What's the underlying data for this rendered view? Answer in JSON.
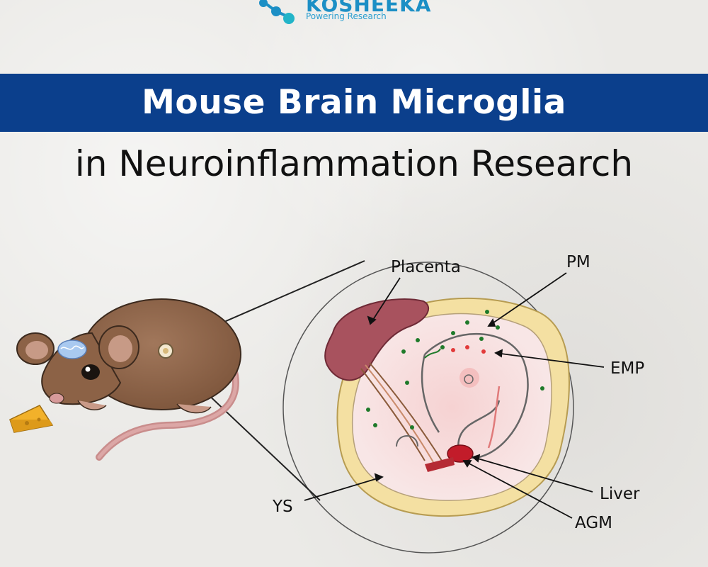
{
  "brand": {
    "name": "KOSHEEKA",
    "tagline": "Powering Research",
    "color": "#1c8fc5"
  },
  "header": {
    "title": "Mouse Brain Microglia",
    "subtitle": "in Neuroinflammation Research",
    "banner_color": "#0b3f8c"
  },
  "diagram": {
    "labels": {
      "placenta": "Placenta",
      "pm": "PM",
      "emp": "EMP",
      "liver": "Liver",
      "agm": "AGM",
      "ys": "YS"
    },
    "icons": [
      "mouse-illustration",
      "brain-icon",
      "cheese-icon",
      "embryo-illustration"
    ]
  }
}
